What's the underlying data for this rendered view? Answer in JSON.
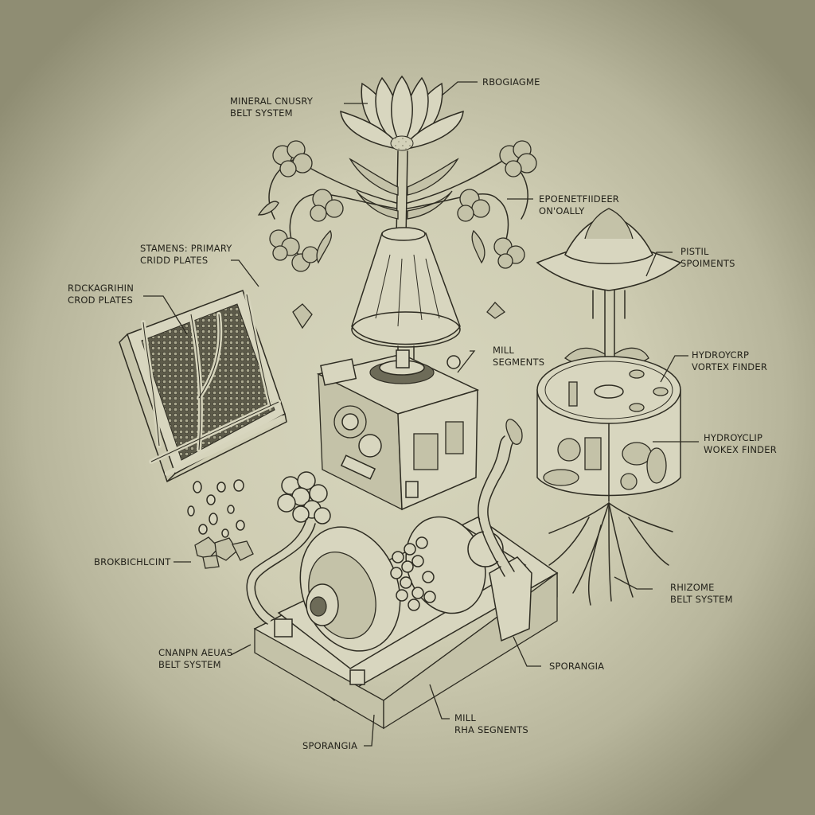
{
  "diagram": {
    "title": "",
    "background_color": "#cfcdb3",
    "line_color": "#2e2c22",
    "components": [
      {
        "id": "lotus-flower-top",
        "description": "Lotus flower on stem above lamp shade"
      },
      {
        "id": "branching-vine-clusters",
        "description": "Curling vines with seed-pod clusters on both sides"
      },
      {
        "id": "lamp-shade-cone",
        "description": "Conical shade housing the stem"
      },
      {
        "id": "gearbox-cube",
        "description": "Cubic mechanical housing with gears"
      },
      {
        "id": "grid-plate-screen",
        "description": "Framed mesh plate with branching twigs"
      },
      {
        "id": "falling-seeds",
        "description": "Seeds falling from plate into crushed rocks"
      },
      {
        "id": "cylinder-vortex-tank",
        "description": "Glass cylinder with plant and contents, roots below"
      },
      {
        "id": "ball-mill-base",
        "description": "Ball mill drum on rectangular base with piping"
      }
    ],
    "labels": [
      {
        "id": "lbl-mineral",
        "lines": [
          "MINERAL CNUSRY",
          "BELT SYSTEM"
        ]
      },
      {
        "id": "lbl-rbogiagme",
        "lines": [
          "RBOGIAGME"
        ]
      },
      {
        "id": "lbl-epoenetfiideer",
        "lines": [
          "EPOENETFIIDEER",
          "ON'OALLY"
        ]
      },
      {
        "id": "lbl-stamens",
        "lines": [
          "STAMENS: PRIMARY",
          "CRIDD PLATES"
        ]
      },
      {
        "id": "lbl-pistil",
        "lines": [
          "PISTIL",
          "SPOIMENTS"
        ]
      },
      {
        "id": "lbl-rdckagrihin",
        "lines": [
          "RDCKAGRIHIN",
          "CROD PLATES"
        ]
      },
      {
        "id": "lbl-mill-segments-top",
        "lines": [
          "MILL",
          "SEGMENTS"
        ]
      },
      {
        "id": "lbl-hydroycrp",
        "lines": [
          "HYDROYCRP",
          "VORTEX FINDER"
        ]
      },
      {
        "id": "lbl-hydroyclip",
        "lines": [
          "HYDROYCLIP",
          "WOKEX FINDER"
        ]
      },
      {
        "id": "lbl-brokbichlcint",
        "lines": [
          "BROKBICHLCINT"
        ]
      },
      {
        "id": "lbl-rhizome",
        "lines": [
          "RHIZOME",
          "BELT SYSTEM"
        ]
      },
      {
        "id": "lbl-cnanpn",
        "lines": [
          "CNANPN AEUAS",
          "BELT SYSTEM"
        ]
      },
      {
        "id": "lbl-sporangia-right",
        "lines": [
          "SPORANGIA"
        ]
      },
      {
        "id": "lbl-mill-bottom",
        "lines": [
          "MILL",
          "RHA SEGNENTS"
        ]
      },
      {
        "id": "lbl-sporangia-left",
        "lines": [
          "SPORANGIA"
        ]
      }
    ]
  }
}
